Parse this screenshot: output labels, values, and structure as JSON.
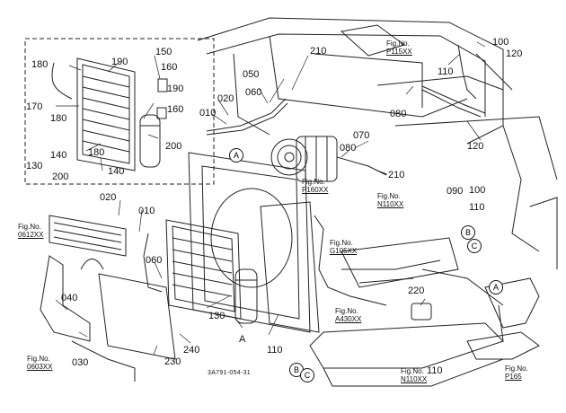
{
  "parts": {
    "p010_a": "010",
    "p010_b": "010",
    "p020_a": "020",
    "p020_b": "020",
    "p030": "030",
    "p040": "040",
    "p050": "050",
    "p060_a": "060",
    "p060_b": "060",
    "p070": "070",
    "p080_a": "080",
    "p080_b": "080",
    "p090": "090",
    "p100_a": "100",
    "p100_b": "100",
    "p110_a": "110",
    "p110_b": "110",
    "p110_c": "110",
    "p110_d": "110",
    "p120_a": "120",
    "p120_b": "120",
    "p130_a": "130",
    "p130_b": "130",
    "p140_a": "140",
    "p140_b": "140",
    "p150": "150",
    "p160_a": "160",
    "p160_b": "160",
    "p170": "170",
    "p180_a": "180",
    "p180_b": "180",
    "p180_c": "180",
    "p190_a": "190",
    "p190_b": "190",
    "p200_a": "200",
    "p200_b": "200",
    "p210_a": "210",
    "p210_b": "210",
    "p220": "220",
    "p230": "230",
    "p240": "240"
  },
  "refs": {
    "fig_p115": {
      "title": "Fig.No.",
      "num": "P115XX"
    },
    "fig_n110_top": {
      "title": "Fig.No.",
      "num": "N110XX"
    },
    "fig_p160": {
      "title": "Fig.No.",
      "num": "P160XX"
    },
    "fig_0612": {
      "title": "Fig.No.",
      "num": "0612XX"
    },
    "fig_g105": {
      "title": "Fig.No.",
      "num": "G105XX"
    },
    "fig_a430": {
      "title": "Fig.No.",
      "num": "A430XX"
    },
    "fig_0603": {
      "title": "Fig.No.",
      "num": "0603XX"
    },
    "fig_n110_bot": {
      "title": "Fig.No.",
      "num": "N110XX"
    },
    "fig_p165": {
      "title": "Fig.No.",
      "num": "P165"
    }
  },
  "markers": {
    "a1": "A",
    "a2": "A",
    "a3": "A",
    "b1": "B",
    "b2": "B",
    "c1": "C",
    "c2": "C"
  },
  "drawing_code": "3A791-054-31"
}
